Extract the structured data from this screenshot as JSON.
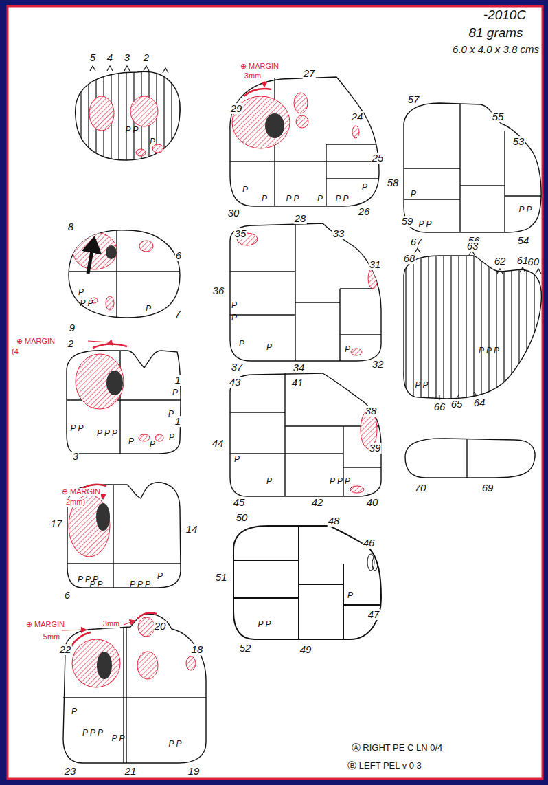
{
  "diagram": {
    "labels": [
      "-2010C",
      "81 grams",
      "6.0 x 4.0 x 3.8 cms",
      "5",
      "4",
      "3",
      "2",
      "P P",
      "P",
      "8",
      "6",
      "9",
      "7",
      "P",
      "P P",
      "P",
      "⊕ MARGIN",
      "(4",
      "2",
      "1",
      "P",
      "P",
      "1",
      "P P",
      "P P P",
      "P",
      "P",
      "P",
      "3",
      "⊕ MARGIN",
      "2mm)",
      "17",
      "14",
      "6",
      "P P P",
      "P",
      "P P",
      "P P P",
      "⊕ MARGIN",
      "5mm",
      "3mm",
      "20",
      "18",
      "22",
      "P",
      "P P P",
      "P P",
      "P P",
      "23",
      "21",
      "19",
      "⊕ MARGIN",
      "3mm",
      "27",
      "29",
      "24",
      "25",
      "P",
      "30",
      "P",
      "P P",
      "P",
      "P P",
      "P",
      "28",
      "26",
      "35",
      "33",
      "31",
      "36",
      "P",
      "P",
      "P",
      "P",
      "P",
      "37",
      "34",
      "32",
      "43",
      "41",
      "38",
      "39",
      "44",
      "P",
      "P",
      "P P P",
      "45",
      "42",
      "40",
      "50",
      "48",
      "46",
      "51",
      "P",
      "47",
      "P P",
      "52",
      "49",
      "57",
      "55",
      "53",
      "58",
      "P",
      "P P",
      "59",
      "P P",
      "67",
      "56",
      "54",
      "68",
      "63",
      "62",
      "61",
      "60",
      "P P",
      "P P P",
      "66",
      "65",
      "64",
      "70",
      "69",
      "Ⓐ RIGHT PE C LN 0/4",
      "Ⓑ LEFT PEL v 0 3"
    ]
  }
}
